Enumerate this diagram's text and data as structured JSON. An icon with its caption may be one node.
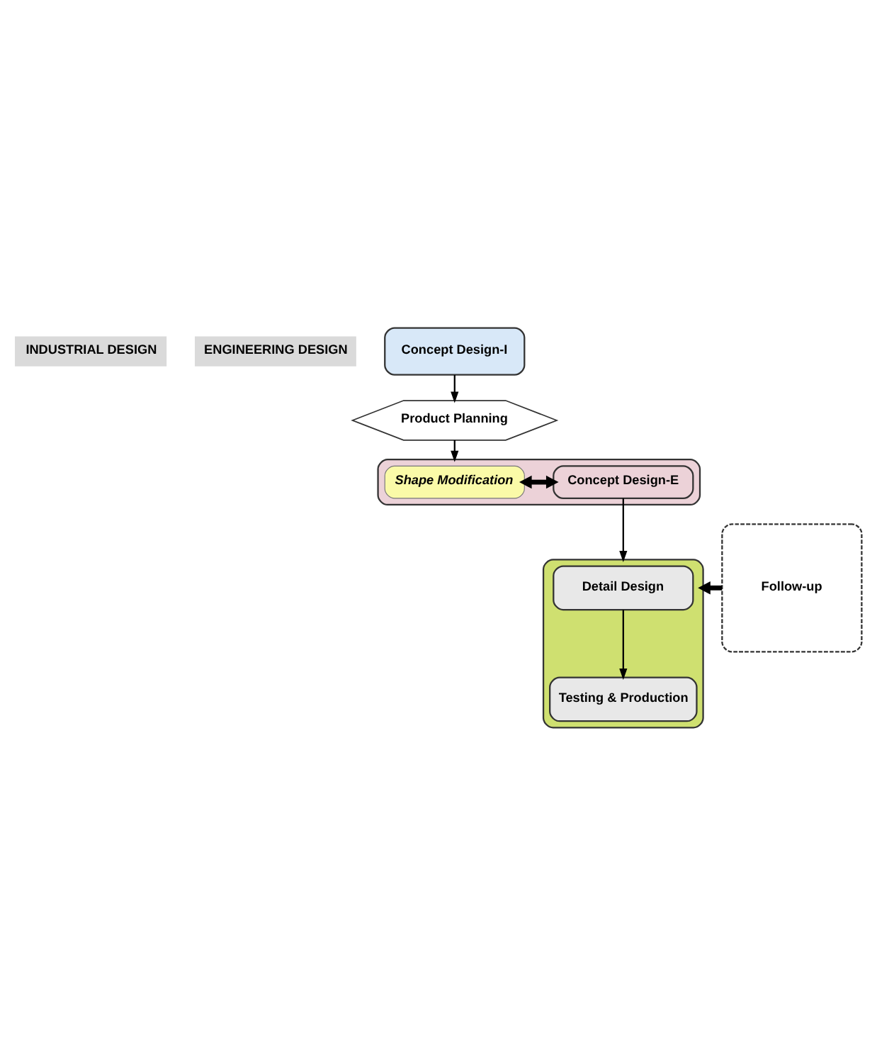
{
  "diagram": {
    "nodes": [
      {
        "text": [
          "INDUSTRIAL DESIGN"
        ]
      },
      {
        "text": [
          "ENGINEERING DESIGN"
        ]
      },
      {
        "text": [
          "Concept Design-I"
        ]
      },
      {
        "text": [
          "Product Planning"
        ]
      },
      {
        "text": [],
        "shape": "box"
      },
      {
        "text": [
          "Shape Modification"
        ],
        "in": 4
      },
      {
        "text": [
          "Concept Design-E"
        ],
        "in": 4
      },
      {
        "text": [
          "Follow-up"
        ]
      },
      {
        "text": [],
        "shape": "box"
      },
      {
        "text": [
          "Detail Design"
        ],
        "in": 8
      },
      {
        "text": [
          "Testing & Production"
        ],
        "in": 8
      }
    ],
    "edges": [
      {
        "from": 2,
        "to": 3,
        "arrow": "to"
      },
      {
        "from": 3,
        "to": 4,
        "arrow": "to"
      },
      {
        "from": 5,
        "to": 6,
        "arrow": "both",
        "style": "thick"
      },
      {
        "from": 6,
        "to": 8,
        "arrow": "to"
      },
      {
        "from": 7,
        "to": 8,
        "arrow": "to",
        "style": "thick"
      },
      {
        "from": 9,
        "to": 10,
        "arrow": "to"
      }
    ]
  }
}
